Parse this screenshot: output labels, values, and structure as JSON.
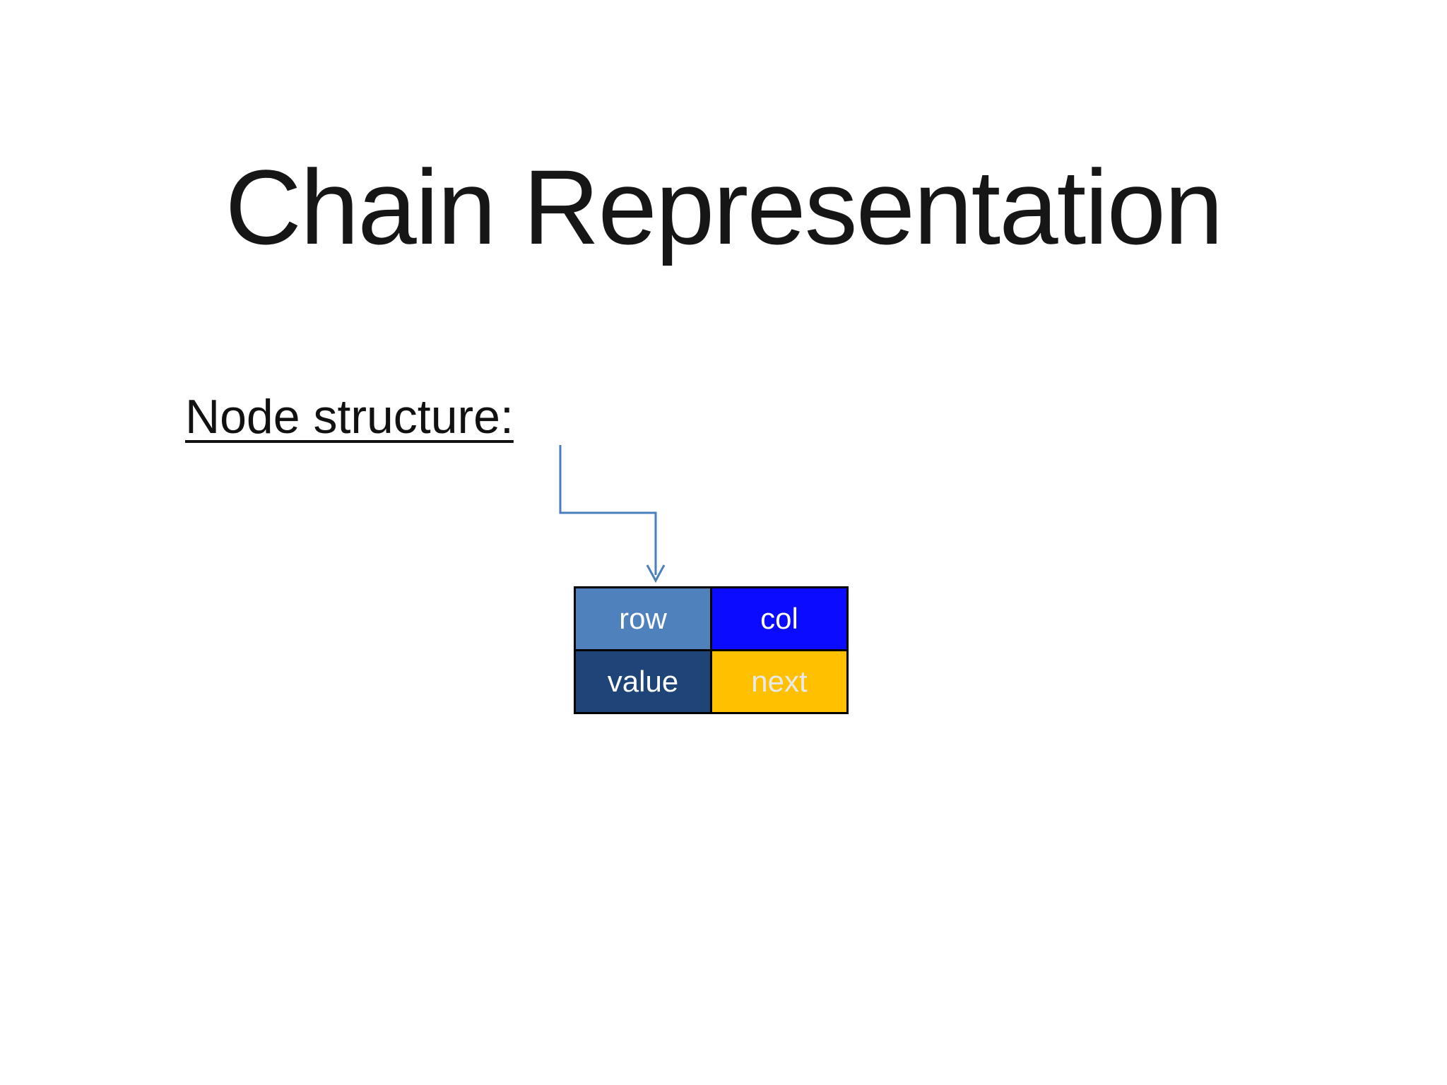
{
  "slide": {
    "title": "Chain Representation",
    "node_structure_label": "Node structure:",
    "connector_color": "#4a7ebc",
    "node_table": {
      "cells": [
        {
          "id": "row",
          "label": "row",
          "bg": "#4f81bd",
          "fg": "#ffffff"
        },
        {
          "id": "col",
          "label": "col",
          "bg": "#0b0bff",
          "fg": "#ffffff"
        },
        {
          "id": "value",
          "label": "value",
          "bg": "#1f4477",
          "fg": "#ffffff"
        },
        {
          "id": "next",
          "label": "next",
          "bg": "#ffc000",
          "fg": "#e8e8e8"
        }
      ]
    }
  }
}
